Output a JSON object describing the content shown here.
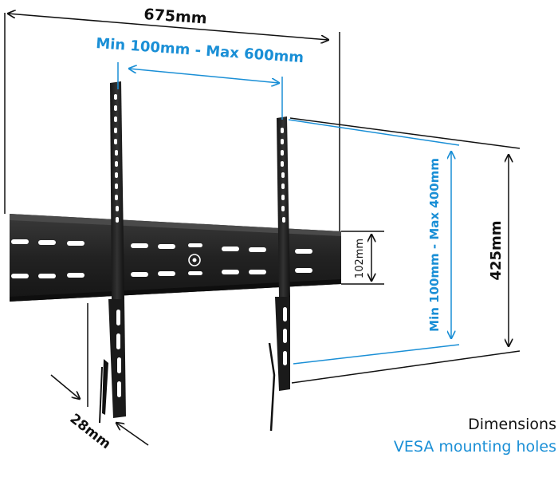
{
  "colors": {
    "dimension": "#111111",
    "vesa": "#1a8fd6",
    "bracket": "#2a2a2a"
  },
  "labels": {
    "total_width": "675mm",
    "vesa_horizontal": "Min 100mm - Max 600mm",
    "vesa_vertical": "Min 100mm - Max 400mm",
    "plate_height": "102mm",
    "total_height": "425mm",
    "depth": "28mm"
  },
  "legend": {
    "dimensions": "Dimensions",
    "vesa": "VESA mounting holes"
  }
}
